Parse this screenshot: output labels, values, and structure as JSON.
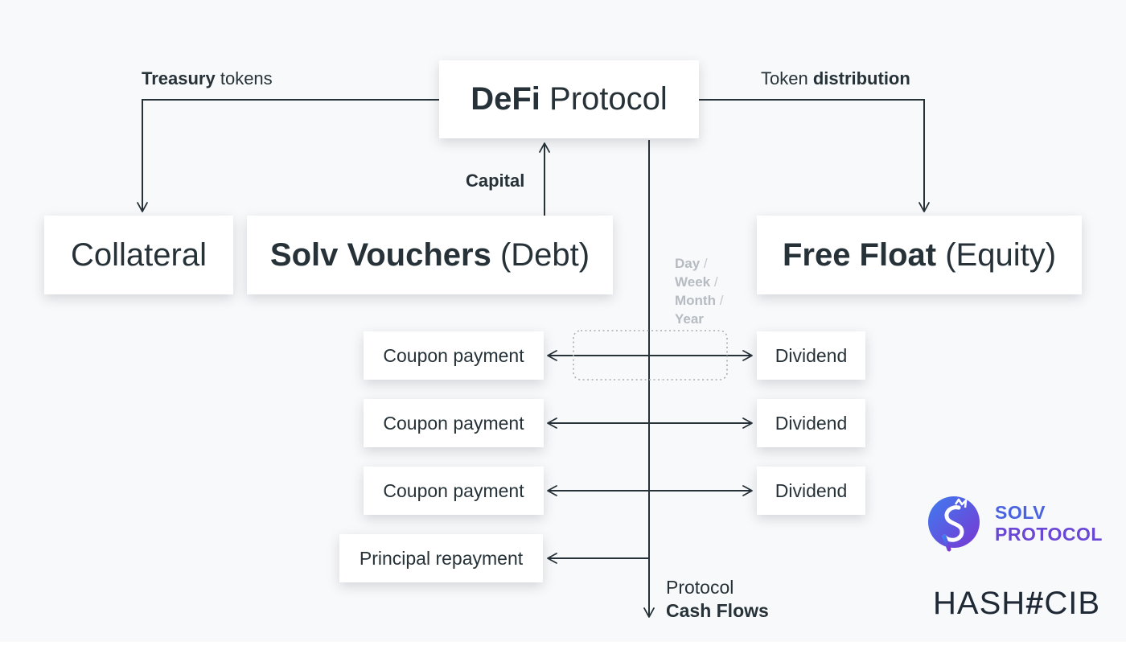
{
  "protocol_box": {
    "bold": "DeFi",
    "rest": " Protocol"
  },
  "collateral_box": {
    "text": "Collateral"
  },
  "debt_box": {
    "bold": "Solv Vouchers",
    "rest": " (Debt)"
  },
  "equity_box": {
    "bold": "Free Float",
    "rest": " (Equity)"
  },
  "treasury_label": {
    "bold": "Treasury",
    "rest": " tokens"
  },
  "distribution_label": {
    "plain": "Token ",
    "bold": "distribution"
  },
  "capital_label": "Capital",
  "period": {
    "day": "Day",
    "week": "Week",
    "month": "Month",
    "year": "Year",
    "sep": " /"
  },
  "coupon_boxes": [
    "Coupon payment",
    "Coupon payment",
    "Coupon payment"
  ],
  "principal_box": "Principal repayment",
  "dividend_boxes": [
    "Dividend",
    "Dividend",
    "Dividend"
  ],
  "cash_flows": {
    "line1": "Protocol",
    "line2": "Cash Flows"
  },
  "logos": {
    "solv_line1": "SOLV",
    "solv_line2": "PROTOCOL",
    "hash_left": "HASH",
    "hash_mark": "#",
    "hash_right": "CIB"
  },
  "colors": {
    "background": "#f8f9fb",
    "text": "#263238",
    "line": "#263238",
    "period_text": "#b6bbc1",
    "solv_blue": "#4a63e0",
    "solv_purple": "#6b47d6"
  }
}
